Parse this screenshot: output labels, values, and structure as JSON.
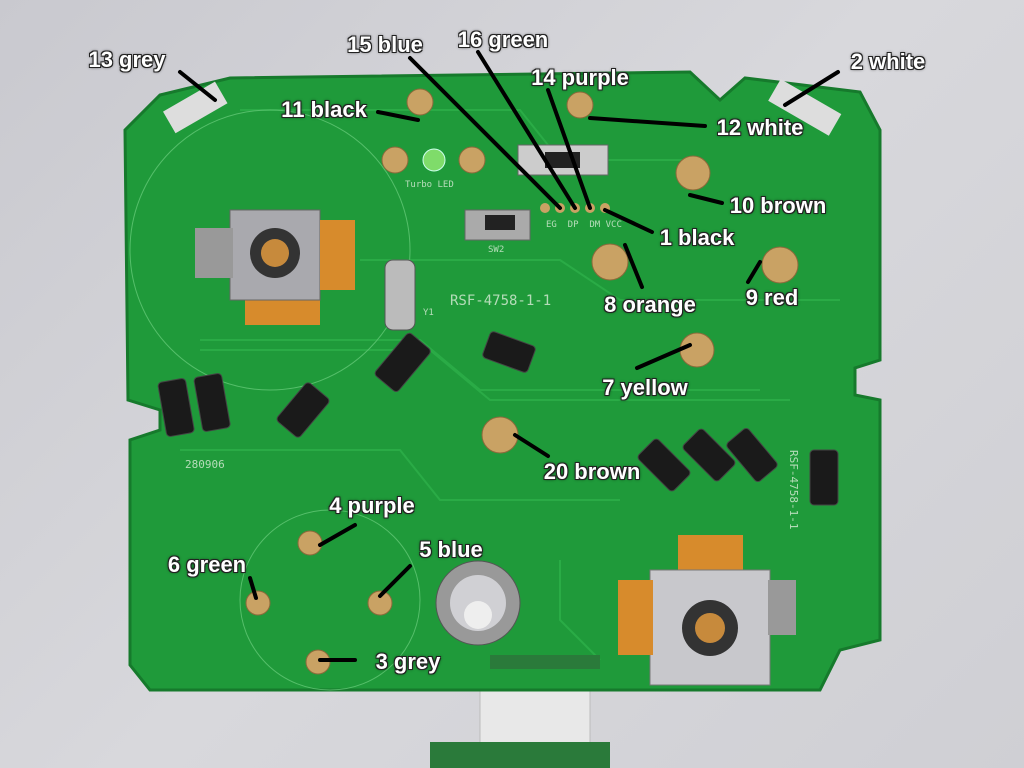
{
  "labels": [
    {
      "id": "13",
      "text": "13 grey"
    },
    {
      "id": "15",
      "text": "15 blue"
    },
    {
      "id": "16",
      "text": "16 green"
    },
    {
      "id": "14",
      "text": "14 purple"
    },
    {
      "id": "2",
      "text": "2 white"
    },
    {
      "id": "11",
      "text": "11 black"
    },
    {
      "id": "12",
      "text": "12 white"
    },
    {
      "id": "10",
      "text": "10 brown"
    },
    {
      "id": "1",
      "text": "1 black"
    },
    {
      "id": "8",
      "text": "8 orange"
    },
    {
      "id": "9",
      "text": "9 red"
    },
    {
      "id": "7",
      "text": "7 yellow"
    },
    {
      "id": "20",
      "text": "20 brown"
    },
    {
      "id": "4",
      "text": "4 purple"
    },
    {
      "id": "6",
      "text": "6 green"
    },
    {
      "id": "5",
      "text": "5 blue"
    },
    {
      "id": "3",
      "text": "3 grey"
    }
  ],
  "silkscreen": {
    "part_number": "RSF-4758-1-1",
    "part_number_side": "RSF-4758-1-1",
    "date_code": "280906",
    "turbo_led": "Turbo LED",
    "pins": "EG  DP  DM VCC",
    "switch": "SW2",
    "crystal": "Y1"
  },
  "colors": {
    "board": "#1f9a3a",
    "background": "#d0d0d4",
    "label": "#ffffff"
  }
}
